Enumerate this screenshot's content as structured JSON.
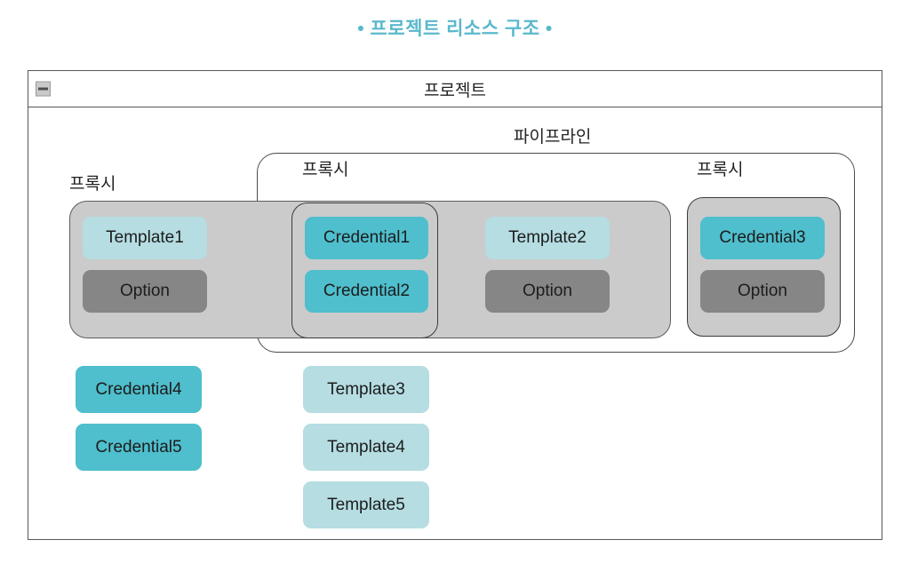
{
  "title": "• 프로젝트 리소스 구조 •",
  "title_color": "#5bb8cc",
  "project": {
    "header_label": "프로젝트",
    "collapse_icon": "collapse-icon"
  },
  "pipeline": {
    "label": "파이프라인"
  },
  "proxies": [
    {
      "label": "프록시"
    },
    {
      "label": "프록시"
    },
    {
      "label": "프록시"
    }
  ],
  "nodes": {
    "template1": "Template1",
    "option1": "Option",
    "credential1": "Credential1",
    "credential2": "Credential2",
    "template2": "Template2",
    "option2": "Option",
    "credential3": "Credential3",
    "option3": "Option",
    "credential4": "Credential4",
    "credential5": "Credential5",
    "template3": "Template3",
    "template4": "Template4",
    "template5": "Template5"
  },
  "colors": {
    "template": "#b5dde2",
    "credential": "#4fbecd",
    "option": "#868686",
    "group_gray": "#cbcbcb",
    "border_dark": "#3b3b3b",
    "frame": "#58585a"
  }
}
